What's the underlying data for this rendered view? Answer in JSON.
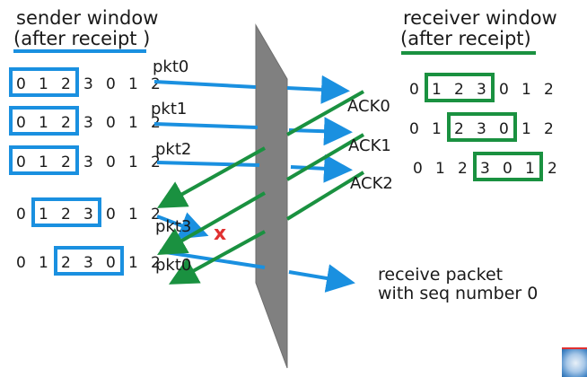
{
  "colors": {
    "sender": "#1a90e0",
    "receiver": "#1a9140",
    "loss": "#e03030",
    "channel": "#808080",
    "text": "#1a1a1a"
  },
  "sender": {
    "title_line1": "sender window",
    "title_line2": "(after receipt )",
    "rows": [
      {
        "digits": [
          "0",
          "1",
          "2",
          "3",
          "0",
          "1",
          "2"
        ],
        "window_start": 0,
        "window_size": 3
      },
      {
        "digits": [
          "0",
          "1",
          "2",
          "3",
          "0",
          "1",
          "2"
        ],
        "window_start": 0,
        "window_size": 3
      },
      {
        "digits": [
          "0",
          "1",
          "2",
          "3",
          "0",
          "1",
          "2"
        ],
        "window_start": 0,
        "window_size": 3
      },
      {
        "digits": [
          "0",
          "1",
          "2",
          "3",
          "0",
          "1",
          "2"
        ],
        "window_start": 1,
        "window_size": 3
      },
      {
        "digits": [
          "0",
          "1",
          "2",
          "3",
          "0",
          "1",
          "2"
        ],
        "window_start": 2,
        "window_size": 3
      }
    ]
  },
  "receiver": {
    "title_line1": "receiver window",
    "title_line2": "(after receipt)",
    "rows": [
      {
        "digits": [
          "0",
          "1",
          "2",
          "3",
          "0",
          "1",
          "2"
        ],
        "window_start": 1,
        "window_size": 3
      },
      {
        "digits": [
          "0",
          "1",
          "2",
          "3",
          "0",
          "1",
          "2"
        ],
        "window_start": 2,
        "window_size": 3
      },
      {
        "digits": [
          "0",
          "1",
          "2",
          "3",
          "0",
          "1",
          "2"
        ],
        "window_start": 3,
        "window_size": 3
      }
    ]
  },
  "packets": [
    "pkt0",
    "pkt1",
    "pkt2",
    "pkt3",
    "pkt0"
  ],
  "acks": [
    "ACK0",
    "ACK1",
    "ACK2"
  ],
  "loss_marker": "x",
  "note_line1": "receive packet",
  "note_line2": "with seq number 0",
  "icons": {
    "loss": "x-mark-icon",
    "corner": "globe-logo-icon"
  }
}
